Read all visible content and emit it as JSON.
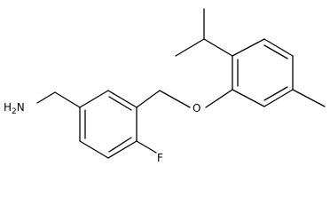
{
  "molecule": {
    "atoms": {
      "amine": {
        "main": "H",
        "sub": "2",
        "tail": "N"
      },
      "oxygen": "O",
      "fluorine": "F"
    }
  }
}
